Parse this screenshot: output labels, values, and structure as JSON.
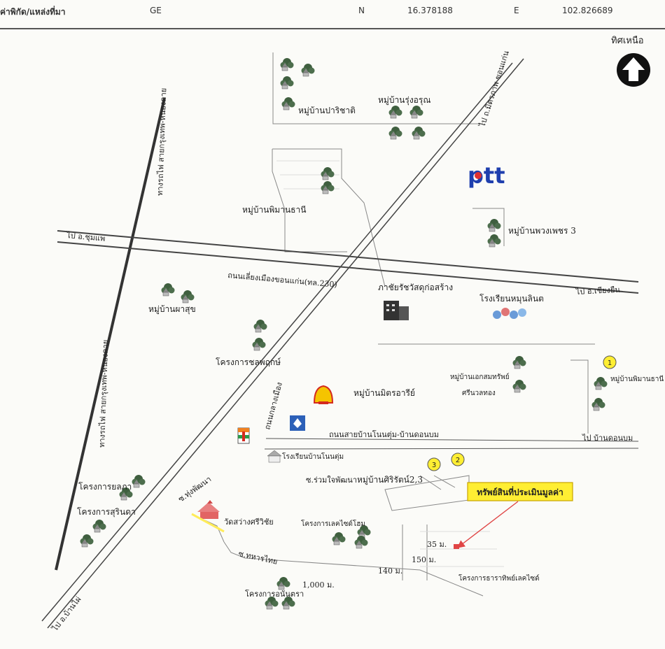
{
  "header": {
    "label": "ค่าพิกัด/แหล่งที่มา",
    "source": "GE",
    "n_label": "N",
    "n_value": "16.378188",
    "e_label": "E",
    "e_value": "102.826689"
  },
  "north_label": "ทิศเหนือ",
  "roads": {
    "highway": "ถนนเลี่ยงเมืองขอนแก่น(ทล.230)",
    "railway": "ทางรถไฟ สายกรุงเทพ-หนองคาย",
    "mid_road": "ถนนกลางเมือง",
    "local_road": "ถนนสายบ้านโนนตุ่ม-บ้านดอนบม",
    "lane1": "ซ.ร่วมใจพัฒนา",
    "lane2": "ซ.ทุ่งพัฒนา",
    "lane3": "ซ.ทหารไทย"
  },
  "directions": {
    "to_nongkhai": "ไป ถ.มิตรภาพ ขอนแก่น",
    "to_chumphae": "ไป อ.ชุมแพ",
    "to_chiangyuen": "ไป อ.เชียงยืน",
    "to_donbom": "ไป บ้านดอนบม",
    "to_banphai": "ไป อ.บ้านไผ่"
  },
  "places": {
    "pariyachat": "หมู่บ้านปาริชาติ",
    "rungarun": "หมู่บ้านรุ่งอรุณ",
    "phimanthani": "หมู่บ้านพิมานธานี",
    "phuangphet": "หมู่บ้านพวงเพชร 3",
    "ptt": "ptt",
    "construction": "ภาชัยรัชวัสดุก่อสร้าง",
    "hotel": "โรงเรียนหมุนลินต",
    "phasuk": "หมู่บ้านผาสุข",
    "chonpruk": "โครงการชลพฤกษ์",
    "sombat": "หมู่บ้านเอกสมทรัพย์",
    "srinuan": "ศรีนวลทอง",
    "phimanthani2": "หมู่บ้านพิมานธานี",
    "mitraria": "หมู่บ้านมิตรอารีย์",
    "school": "โรงเรียนบ้านโนนตุ่ม",
    "sirirat": "หมู่บ้านศิริรัตน์2,3",
    "yonlapha": "โครงการยลภา",
    "surinda": "โครงการสุรินดา",
    "temple": "วัดสว่างศรีวิชัย",
    "chokchai": "โครงการเลคไซด์โฮม",
    "lakeside": "โครงการธาราทิพย์เลคไซด์",
    "konthara": "โครงการอนันตรา"
  },
  "property_label": "ทรัพย์สินที่ประเมินมูลค่า",
  "distances": {
    "d35": "35 ม.",
    "d150": "150 ม.",
    "d140": "140 ม.",
    "d1000": "1,000 ม."
  },
  "markers": [
    "1",
    "2",
    "3"
  ],
  "colors": {
    "road": "#444444",
    "callout": "#ffee33",
    "arrow": "#e04545",
    "ptt": "#1f3fae",
    "shell": "#f5c400"
  }
}
